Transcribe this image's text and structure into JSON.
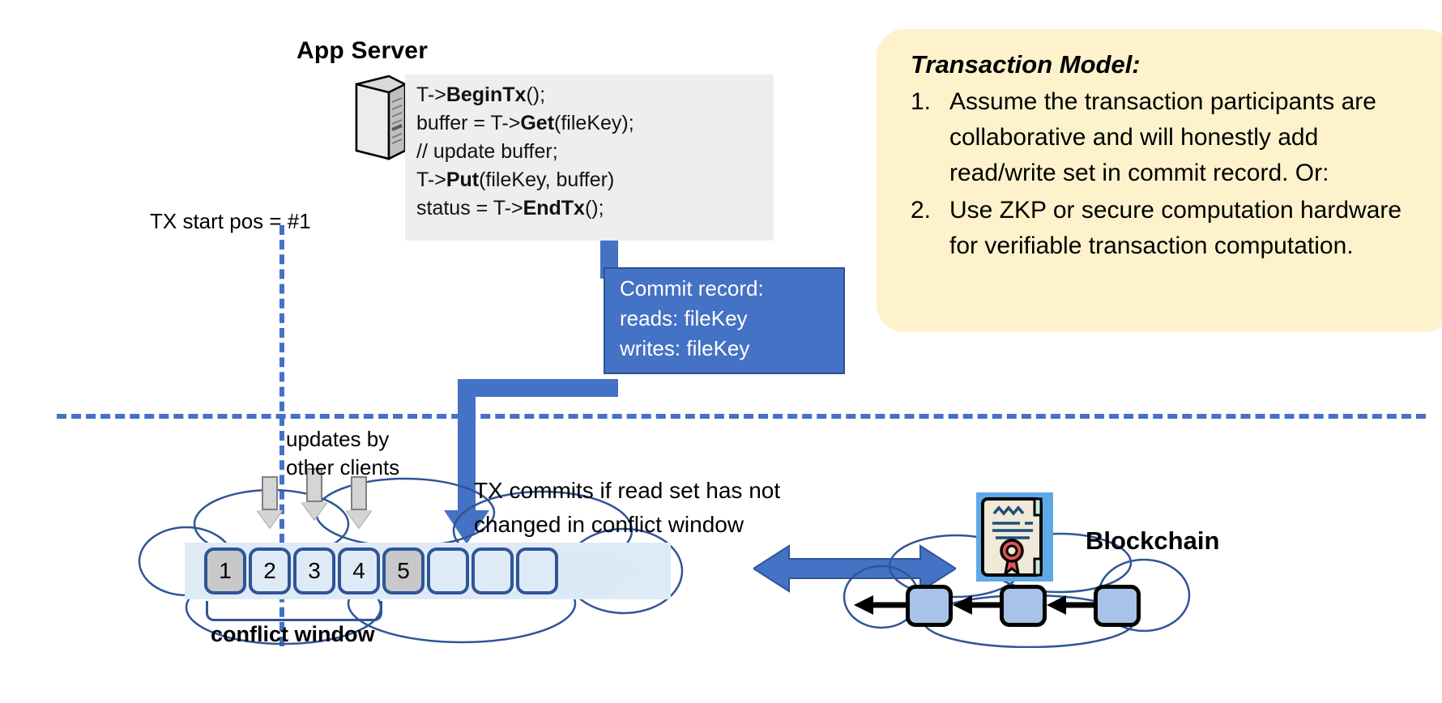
{
  "app_server": {
    "title": "App Server",
    "icon": "server-tower-icon"
  },
  "code_block": {
    "lines": [
      {
        "pre": "T->",
        "bold": "BeginTx",
        "post": "();"
      },
      {
        "pre": "buffer = T->",
        "bold": "Get",
        "post": "(fileKey);"
      },
      {
        "pre": "// update buffer;",
        "bold": "",
        "post": ""
      },
      {
        "pre": "T->",
        "bold": "Put",
        "post": "(fileKey, buffer)"
      },
      {
        "pre": "status = T->",
        "bold": "EndTx",
        "post": "();"
      }
    ]
  },
  "tx_start": {
    "label": "TX start pos = #1"
  },
  "commit_record": {
    "lines": [
      "Commit record:",
      "reads: fileKey",
      "writes: fileKey"
    ],
    "bg_color": "#4472c4",
    "text_color": "#ffffff"
  },
  "transaction_model": {
    "title": "Transaction Model:",
    "bg_color": "#fdf2cc",
    "items": [
      {
        "num": "1.",
        "text": "Assume the transaction participants are collaborative and will honestly add read/write set in commit record.  Or:"
      },
      {
        "num": "2.",
        "text": "Use ZKP or secure computation hardware for verifiable transaction computation."
      }
    ]
  },
  "ledger": {
    "updates_label": "updates by\nother clients",
    "updates_label_line1": "updates by",
    "updates_label_line2": "other clients",
    "commit_note_line1": "TX commits if read set has not",
    "commit_note_line2": "changed in conflict window",
    "conflict_window_label": "conflict window",
    "blocks": [
      {
        "label": "1",
        "state": "filled"
      },
      {
        "label": "2",
        "state": "light"
      },
      {
        "label": "3",
        "state": "light"
      },
      {
        "label": "4",
        "state": "light"
      },
      {
        "label": "5",
        "state": "filled"
      },
      {
        "label": "",
        "state": "empty"
      },
      {
        "label": "",
        "state": "empty"
      },
      {
        "label": "",
        "state": "empty"
      }
    ],
    "block_border_color": "#2f5597",
    "band_color": "#deebf7"
  },
  "blockchain": {
    "label": "Blockchain",
    "cert_icon": "certificate-seal-icon",
    "blocks": [
      "",
      "",
      ""
    ],
    "block_color": "#a9c3e8"
  },
  "colors": {
    "accent_blue": "#4472c4",
    "dark_blue": "#2f5597",
    "cloud_outline": "#2f5597",
    "gray_block": "#c8c8c8",
    "code_bg": "#eeeeee"
  }
}
